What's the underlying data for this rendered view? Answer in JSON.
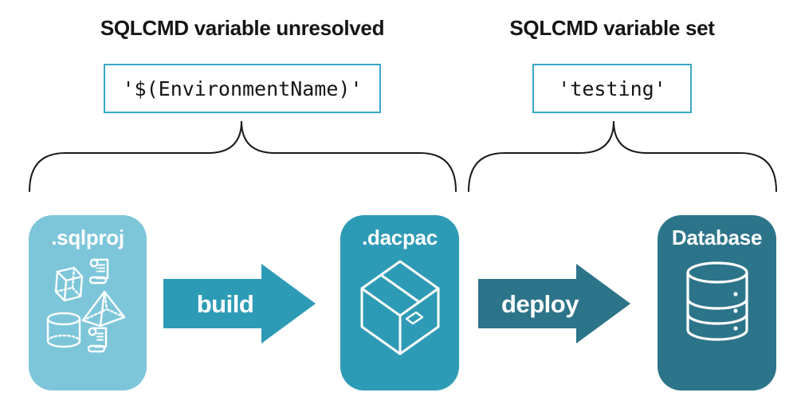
{
  "annotations": {
    "left": {
      "title": "SQLCMD variable unresolved",
      "code": "'$(EnvironmentName)'"
    },
    "right": {
      "title": "SQLCMD variable set",
      "code": "'testing'"
    }
  },
  "pipeline": {
    "nodes": [
      {
        "label": ".sqlproj",
        "icon": "sql-objects-icon",
        "color": "#7dc6da"
      },
      {
        "label": ".dacpac",
        "icon": "package-box-icon",
        "color": "#2e9bb6"
      },
      {
        "label": "Database",
        "icon": "database-cylinder-icon",
        "color": "#2c7489"
      }
    ],
    "arrows": [
      {
        "label": "build",
        "color": "#2e9bb6"
      },
      {
        "label": "deploy",
        "color": "#2c7489"
      }
    ]
  },
  "colors": {
    "sqlproj_box": "#7dc6da",
    "dacpac_box": "#2e9bb6",
    "database_box": "#2c7489",
    "code_box_border": "#3aa7c7",
    "brace_stroke": "#1a1a1a",
    "label_text": "#ffffff",
    "title_text": "#151515",
    "background": "#ffffff"
  }
}
